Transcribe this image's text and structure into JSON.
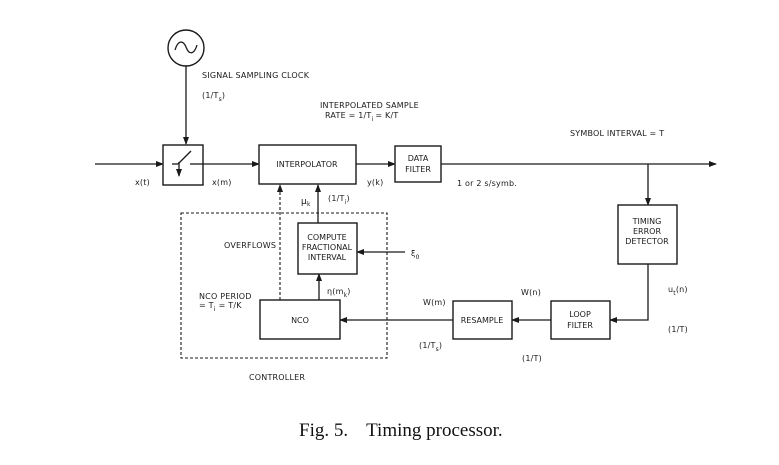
{
  "figure": {
    "caption_number": "Fig. 5.",
    "caption_title": "Timing processor."
  },
  "clock": {
    "label": "SIGNAL SAMPLING CLOCK",
    "rate": "(1/Ts)",
    "rate_main": "(1/T",
    "rate_sub": "s",
    "rate_close": ")",
    "icon": "sine-wave-icon"
  },
  "interp_rate": {
    "line1": "INTERPOLATED SAMPLE",
    "line2_a": "RATE = 1/T",
    "line2_sub": "i",
    "line2_b": "= K/T"
  },
  "symbol_interval": "SYMBOL INTERVAL = T",
  "blocks": {
    "sampler": "sampler switch",
    "interpolator": "INTERPOLATOR",
    "data_filter": [
      "DATA",
      "FILTER"
    ],
    "timing_error_detector": [
      "TIMING",
      "ERROR",
      "DETECTOR"
    ],
    "compute_fractional": [
      "COMPUTE",
      "FRACTIONAL",
      "INTERVAL"
    ],
    "nco": "NCO",
    "resample": "RESAMPLE",
    "loop_filter": [
      "LOOP",
      "FILTER"
    ]
  },
  "signals": {
    "x_t": "x(t)",
    "x_m": "x(m)",
    "y_k": "y(k)",
    "samples_per_symbol": "1 or 2 s/symb.",
    "mu_k": "μ",
    "mu_sub": "k",
    "ti_rate_main": "(1/T",
    "ti_rate_sub": "i",
    "ti_rate_close": ")",
    "overflows": "OVERFLOWS",
    "xi0": "ξ",
    "xi0_sub": "0",
    "eta_main": "η(m",
    "eta_sub": "k",
    "eta_close": ")",
    "nco_period_line1": "NCO PERIOD",
    "nco_period_line2_a": "= T",
    "nco_period_line2_sub": "i",
    "nco_period_line2_b": "= T/K",
    "w_m": "W(m)",
    "w_n": "W(n)",
    "ut_main": "u",
    "ut_sub": "t",
    "ut_close": "(n)",
    "ts_rate_main": "(1/T",
    "ts_rate_sub": "s",
    "ts_rate_close": ")",
    "t_rate_loop": "(1/T)",
    "t_rate_ted": "(1/T)",
    "controller": "CONTROLLER"
  }
}
